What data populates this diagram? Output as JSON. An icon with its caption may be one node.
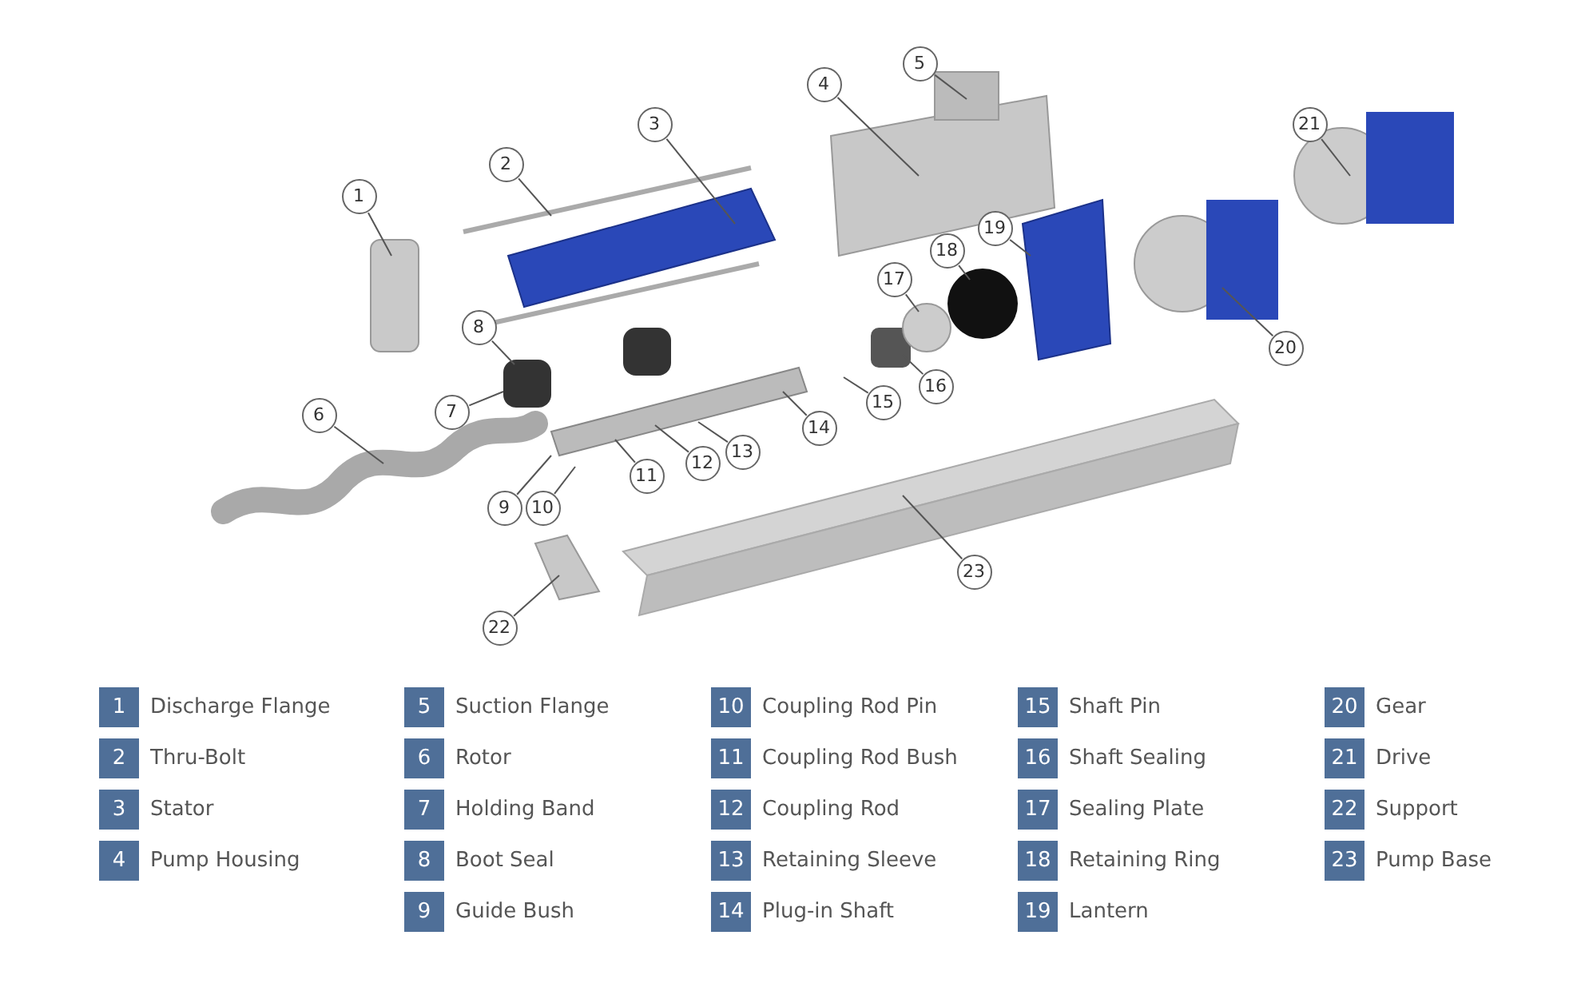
{
  "diagram": {
    "nodes": [
      {
        "text": [
          "1"
        ]
      },
      {
        "text": [
          "2"
        ]
      },
      {
        "text": [
          "3"
        ]
      },
      {
        "text": [
          "4"
        ]
      },
      {
        "text": [
          "5"
        ]
      },
      {
        "text": [
          "6"
        ]
      },
      {
        "text": [
          "7"
        ]
      },
      {
        "text": [
          "8"
        ]
      },
      {
        "text": [
          "9"
        ]
      },
      {
        "text": [
          "10"
        ]
      },
      {
        "text": [
          "11"
        ]
      },
      {
        "text": [
          "12"
        ]
      },
      {
        "text": [
          "13"
        ]
      },
      {
        "text": [
          "14"
        ]
      },
      {
        "text": [
          "15"
        ]
      },
      {
        "text": [
          "16"
        ]
      },
      {
        "text": [
          "17"
        ]
      },
      {
        "text": [
          "18"
        ]
      },
      {
        "text": [
          "19"
        ]
      },
      {
        "text": [
          "20"
        ]
      },
      {
        "text": [
          "21"
        ]
      },
      {
        "text": [
          "22"
        ]
      },
      {
        "text": [
          "23"
        ]
      }
    ],
    "edges": [
      {
        "from": 0,
        "to": null,
        "arrow": "none"
      },
      {
        "from": 1,
        "to": null,
        "arrow": "none"
      },
      {
        "from": 2,
        "to": null,
        "arrow": "none"
      },
      {
        "from": 3,
        "to": null,
        "arrow": "none"
      },
      {
        "from": 4,
        "to": null,
        "arrow": "none"
      },
      {
        "from": 5,
        "to": null,
        "arrow": "none"
      },
      {
        "from": 6,
        "to": null,
        "arrow": "none"
      },
      {
        "from": 7,
        "to": null,
        "arrow": "none"
      },
      {
        "from": 8,
        "to": null,
        "arrow": "none"
      },
      {
        "from": 9,
        "to": null,
        "arrow": "none"
      },
      {
        "from": 10,
        "to": null,
        "arrow": "none"
      },
      {
        "from": 11,
        "to": null,
        "arrow": "none"
      },
      {
        "from": 12,
        "to": null,
        "arrow": "none"
      },
      {
        "from": 13,
        "to": null,
        "arrow": "none"
      },
      {
        "from": 14,
        "to": null,
        "arrow": "none"
      },
      {
        "from": 15,
        "to": null,
        "arrow": "none"
      },
      {
        "from": 16,
        "to": null,
        "arrow": "none"
      },
      {
        "from": 17,
        "to": null,
        "arrow": "none"
      },
      {
        "from": 18,
        "to": null,
        "arrow": "none"
      },
      {
        "from": 19,
        "to": null,
        "arrow": "none"
      },
      {
        "from": 20,
        "to": null,
        "arrow": "none"
      },
      {
        "from": 21,
        "to": null,
        "arrow": "none"
      },
      {
        "from": 22,
        "to": null,
        "arrow": "none"
      }
    ],
    "labels": [
      "1",
      "Discharge Flange",
      "5",
      "Suction Flange",
      "10",
      "Coupling Rod Pin",
      "15",
      "Shaft Pin",
      "20",
      "Gear",
      "2",
      "Thru-Bolt",
      "6",
      "Rotor",
      "11",
      "Coupling Rod Bush",
      "16",
      "Shaft Sealing",
      "21",
      "Drive",
      "3",
      "Stator",
      "7",
      "Holding Band",
      "12",
      "Coupling Rod",
      "17",
      "Sealing Plate",
      "22",
      "Support",
      "4",
      "Pump Housing",
      "8",
      "Boot Seal",
      "13",
      "Retaining Sleeve",
      "18",
      "Retaining Ring",
      "23",
      "Pump Base",
      "9",
      "Guide Bush",
      "14",
      "Plug-in Shaft",
      "19",
      "Lantern"
    ]
  }
}
